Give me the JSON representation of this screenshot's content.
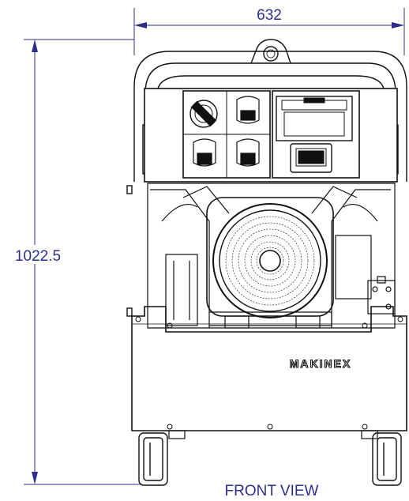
{
  "dimensions": {
    "width_label": "632",
    "height_label": "1022.5"
  },
  "view_label": "FRONT VIEW",
  "brand_label": "MAKINEX",
  "colors": {
    "dimension": "#2d2f8f",
    "line": "#111111"
  }
}
